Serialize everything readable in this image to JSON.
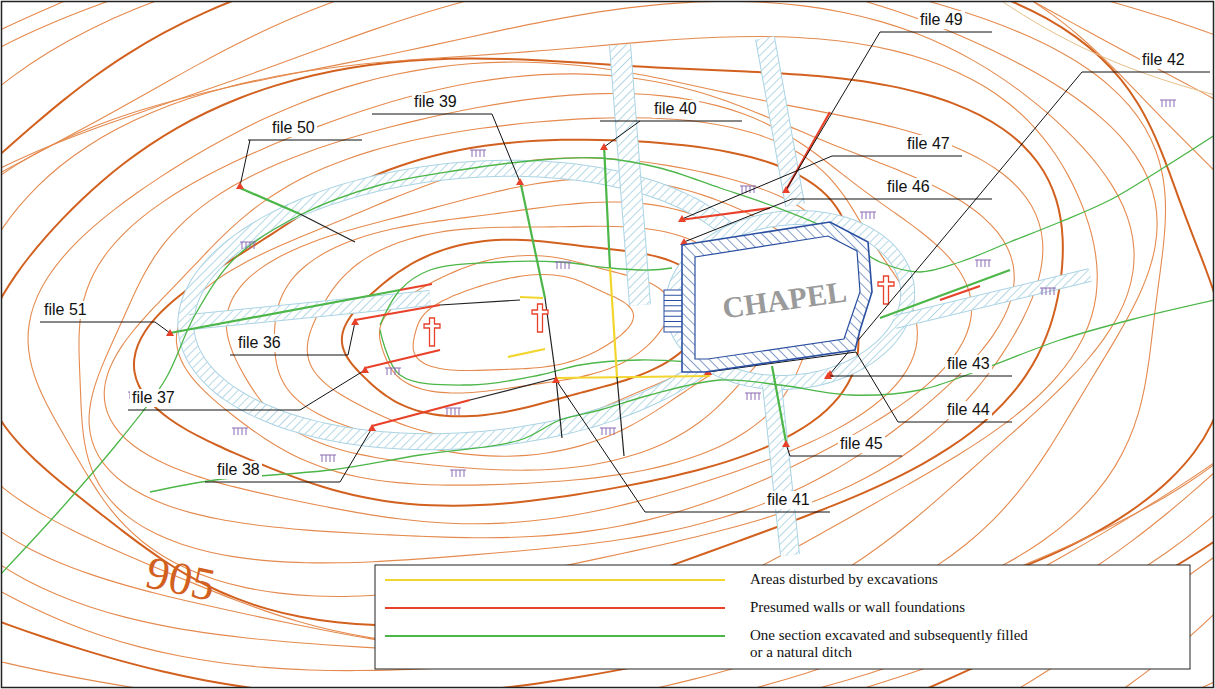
{
  "diagram": {
    "nodes": [
      {
        "text": [
          "CHAPEL"
        ]
      }
    ],
    "labels": [
      "file 39",
      "file 40",
      "file 49",
      "file 50",
      "file 47",
      "file 46",
      "file 42",
      "file 51",
      "file 36",
      "file 37",
      "file 43",
      "file 38",
      "file 44",
      "file 41",
      "file 45",
      "905"
    ],
    "legend": [
      {
        "text": "Areas disturbed by excavations",
        "color": "#f2d62e"
      },
      {
        "text": "Presumed walls or wall foundations",
        "color": "#e8412a"
      },
      {
        "text": "One section excavated and subsequently filled or a natural ditch",
        "color": "#4cb648"
      }
    ]
  }
}
